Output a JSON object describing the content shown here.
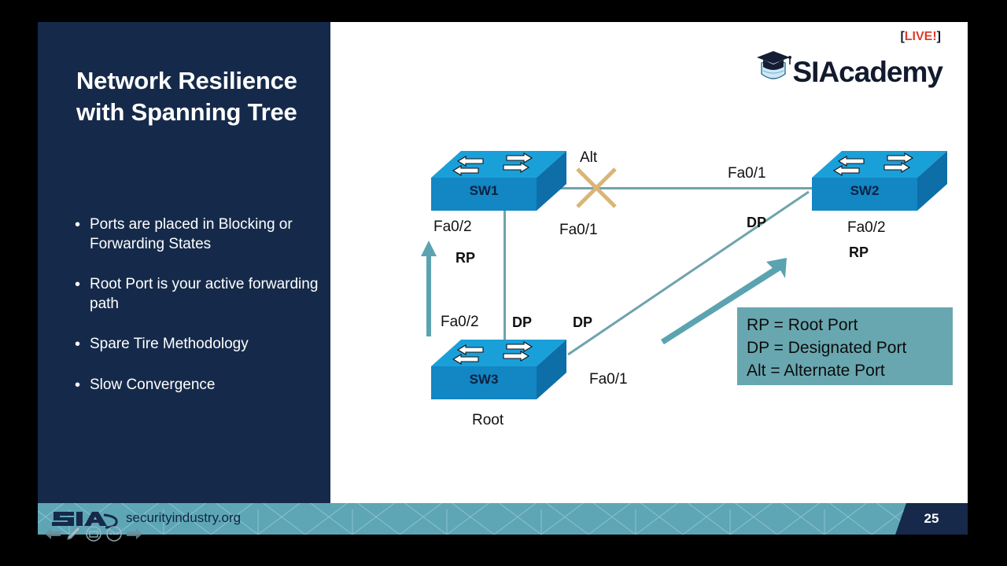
{
  "slide": {
    "title": "Network Resilience with Spanning Tree",
    "bullets": [
      "Ports are placed in Blocking or Forwarding States",
      "Root Port is your active forwarding path",
      "Spare Tire Methodology",
      "Slow Convergence"
    ]
  },
  "brand": {
    "logo_text": "SIAcademy",
    "logo_badge": "LIVE!",
    "logo_badge_open": "[",
    "logo_badge_close": "]",
    "logo_mark_icon": "graduation-cap-shield-icon",
    "accent_red": "#e03b2e",
    "navy": "#152a4a",
    "teal": "#5ea6b6"
  },
  "diagram": {
    "type": "spanning-tree-topology",
    "switches": [
      {
        "id": "sw1",
        "name": "SW1",
        "sub": ""
      },
      {
        "id": "sw2",
        "name": "SW2",
        "sub": ""
      },
      {
        "id": "sw3",
        "name": "SW3",
        "sub": "Root"
      }
    ],
    "labels": {
      "sw1_alt": "Alt",
      "sw1_fa02": "Fa0/2",
      "sw1_rp": "RP",
      "sw1_fa01": "Fa0/1",
      "sw2_fa01": "Fa0/1",
      "sw2_dp": "DP",
      "sw2_fa02": "Fa0/2",
      "sw2_rp": "RP",
      "sw3_fa02": "Fa0/2",
      "sw3_dp_left": "DP",
      "sw3_dp_right": "DP",
      "sw3_fa01": "Fa0/1",
      "sw3_root": "Root"
    },
    "blocked_link_icon": "x-blocked-link-icon",
    "legend": [
      "RP = Root Port",
      "DP = Designated Port",
      "Alt = Alternate Port"
    ],
    "link_color": "#6fa3ac",
    "block_color": "#d9b576",
    "switch_top_color": "#1a9fd8",
    "switch_front_color": "#1386c4",
    "legend_bg": "#69a7b0"
  },
  "footer": {
    "brand_mark": "sia-logo",
    "url": "securityindustry.org",
    "page_number": "25"
  },
  "nav_controls": [
    {
      "icon": "previous-slide-icon",
      "label": "Previous"
    },
    {
      "icon": "pen-icon",
      "label": "Pen"
    },
    {
      "icon": "slide-view-icon",
      "label": "All Slides"
    },
    {
      "icon": "more-options-icon",
      "label": "More"
    },
    {
      "icon": "next-slide-icon",
      "label": "Next"
    }
  ],
  "cursor": {
    "icon": "mouse-pointer-icon"
  }
}
